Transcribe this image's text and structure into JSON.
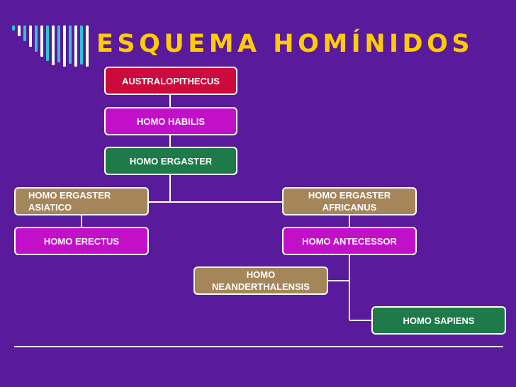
{
  "slide": {
    "title": "ESQUEMA HOMÍNIDOS",
    "colors": {
      "background": "#5a1a9c",
      "title": "#ffcc00",
      "stripes": [
        "#2ec4d6",
        "#ffffff"
      ],
      "connector": "#ffffff"
    }
  },
  "diagram": {
    "nodes": [
      {
        "id": "australopithecus",
        "label": "AUSTRALOPITHECUS",
        "fill": "#cc0a3c"
      },
      {
        "id": "homo-habilis",
        "label": "HOMO HABILIS",
        "fill": "#c20fc8"
      },
      {
        "id": "homo-ergaster",
        "label": "HOMO ERGASTER",
        "fill": "#1f7a4a"
      },
      {
        "id": "homo-ergaster-asiatico",
        "label": "HOMO ERGASTER\n    ASIATICO",
        "fill": "#a5855a"
      },
      {
        "id": "homo-ergaster-africanus",
        "label": "HOMO ERGASTER\nAFRICANUS",
        "fill": "#a5855a"
      },
      {
        "id": "homo-erectus",
        "label": "HOMO ERECTUS",
        "fill": "#c20fc8"
      },
      {
        "id": "homo-antecessor",
        "label": "HOMO ANTECESSOR",
        "fill": "#c20fc8"
      },
      {
        "id": "homo-neanderthalensis",
        "label": "HOMO\nNEANDERTHALENSIS",
        "fill": "#a5855a"
      },
      {
        "id": "homo-sapiens",
        "label": "HOMO SAPIENS",
        "fill": "#1f7a4a"
      }
    ],
    "links": [
      {
        "from": "australopithecus",
        "to": "homo-habilis"
      },
      {
        "from": "homo-habilis",
        "to": "homo-ergaster"
      },
      {
        "from": "homo-ergaster",
        "to": "homo-ergaster-asiatico"
      },
      {
        "from": "homo-ergaster",
        "to": "homo-ergaster-africanus"
      },
      {
        "from": "homo-ergaster-asiatico",
        "to": "homo-erectus"
      },
      {
        "from": "homo-ergaster-africanus",
        "to": "homo-antecessor"
      },
      {
        "from": "homo-antecessor",
        "to": "homo-neanderthalensis"
      },
      {
        "from": "homo-antecessor",
        "to": "homo-sapiens"
      }
    ]
  }
}
